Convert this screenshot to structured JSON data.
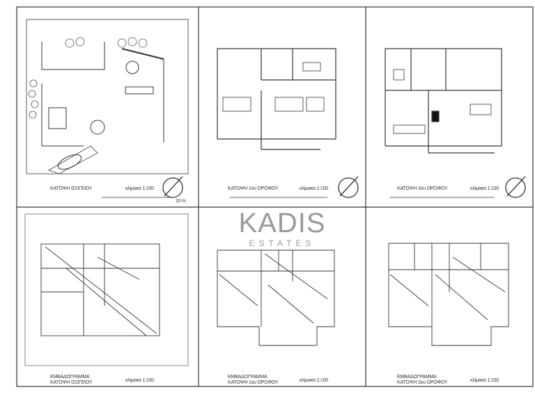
{
  "sheet": {
    "panels_top": [
      {
        "title": "ΚΑΤΟΨΗ ΙΣΟΓΕΙΟΥ",
        "scale": "κλίμακα 1:100"
      },
      {
        "title": "ΚΑΤΟΨΗ 1ου ΟΡΟΦΟΥ",
        "scale": "κλίμακα 1:100"
      },
      {
        "title": "ΚΑΤΟΨΗ 2ου ΟΡΟΦΟΥ",
        "scale": "κλίμακα 1:100"
      }
    ],
    "panels_bottom": [
      {
        "title1": "ΕΜΒΑΔΟΓΡΑΜΜΑ",
        "title2": "ΚΑΤΟΨΗ ΙΣΟΓΕΙΟΥ",
        "scale": "κλίμακα 1:100"
      },
      {
        "title1": "ΕΜΒΑΔΟΓΡΑΜΜΑ",
        "title2": "ΚΑΤΟΨΗ 1ου ΟΡΟΦΟΥ",
        "scale": "κλίμακα 1:100"
      },
      {
        "title1": "ΕΜΒΑΔΟΓΡΑΜΜΑ",
        "title2": "ΚΑΤΟΨΗ 2ου ΟΡΟΦΟΥ",
        "scale": "κλίμακα 1:100"
      }
    ],
    "scale_bar_unit": "10 m"
  },
  "watermark": {
    "brand": "KADIS",
    "sub": "ESTATES"
  },
  "colors": {
    "line": "#333333",
    "watermark": "#7a7a7a",
    "watermark_accent": "#d8b98a"
  }
}
